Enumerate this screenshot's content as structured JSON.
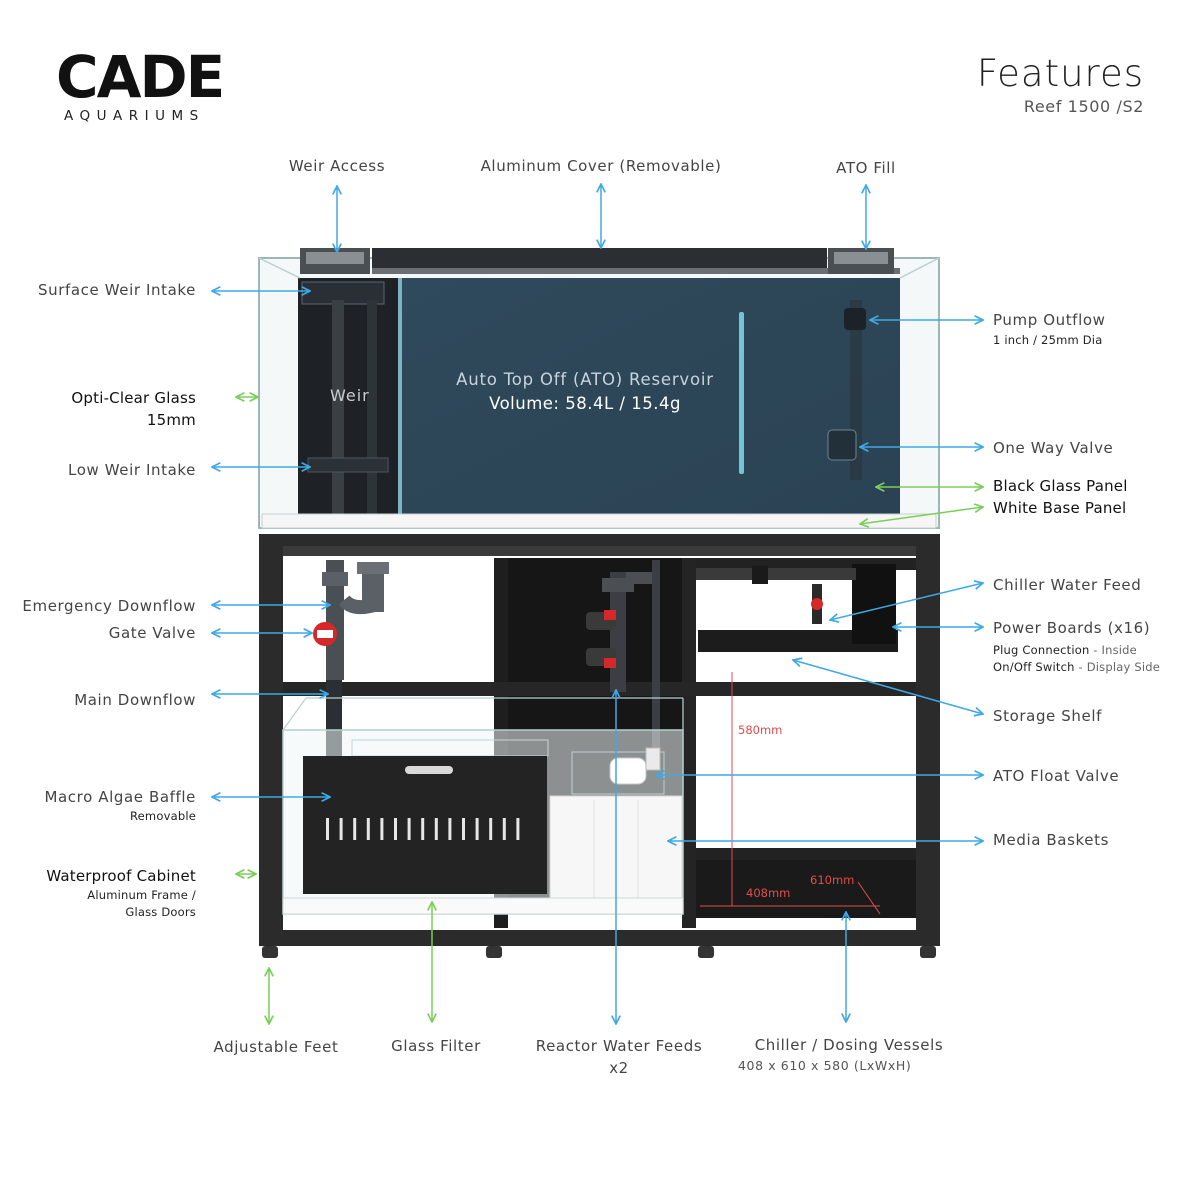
{
  "brand": {
    "logo_text": "CADE",
    "logo_sub": "AQUARIUMS"
  },
  "header": {
    "title": "Features",
    "model": "Reef 1500 /S2"
  },
  "tank": {
    "reservoir_title": "Auto Top Off (ATO) Reservoir",
    "reservoir_volume": "Volume: 58.4L / 15.4g",
    "weir_label": "Weir"
  },
  "dimensions": {
    "height": "580mm",
    "depth": "610mm",
    "width": "408mm"
  },
  "labels": {
    "weir_access": "Weir Access",
    "aluminum_cover": "Aluminum Cover (Removable)",
    "ato_fill": "ATO Fill",
    "surface_weir_intake": "Surface Weir Intake",
    "opti_clear_glass": "Opti-Clear Glass",
    "opti_clear_glass_thickness": "15mm",
    "low_weir_intake": "Low Weir Intake",
    "pump_outflow": "Pump Outflow",
    "pump_outflow_sub": "1 inch / 25mm Dia",
    "one_way_valve": "One Way Valve",
    "black_glass_panel": "Black Glass Panel",
    "white_base_panel": "White Base Panel",
    "emergency_downflow": "Emergency Downflow",
    "gate_valve": "Gate Valve",
    "main_downflow": "Main Downflow",
    "macro_algae_baffle": "Macro Algae Baffle",
    "macro_algae_baffle_sub": "Removable",
    "waterproof_cabinet": "Waterproof Cabinet",
    "waterproof_cabinet_sub1": "Aluminum Frame /",
    "waterproof_cabinet_sub2": "Glass Doors",
    "chiller_water_feed": "Chiller Water Feed",
    "power_boards": "Power Boards (x16)",
    "plug_connection": "Plug Connection",
    "plug_connection_note": " - Inside",
    "on_off_switch": "On/Off Switch",
    "on_off_switch_note": " - Display Side",
    "storage_shelf": "Storage Shelf",
    "ato_float_valve": "ATO Float Valve",
    "media_baskets": "Media Baskets",
    "adjustable_feet": "Adjustable Feet",
    "glass_filter": "Glass Filter",
    "reactor_water_feeds": "Reactor Water Feeds",
    "reactor_water_feeds_count": "x2",
    "chiller_dosing_vessels": "Chiller / Dosing Vessels",
    "chiller_dosing_vessels_dims": "408 x 610 x 580 (LxWxH)"
  },
  "colors": {
    "arrow_blue": "#3fa9e6",
    "arrow_green": "#7ccd5a",
    "reservoir": "#2f4a5c",
    "frame": "#2b2b2b",
    "dimension": "#e24c4c"
  },
  "icons": [
    "gate-valve-icon",
    "reactor-valve-icon",
    "float-valve-icon"
  ]
}
